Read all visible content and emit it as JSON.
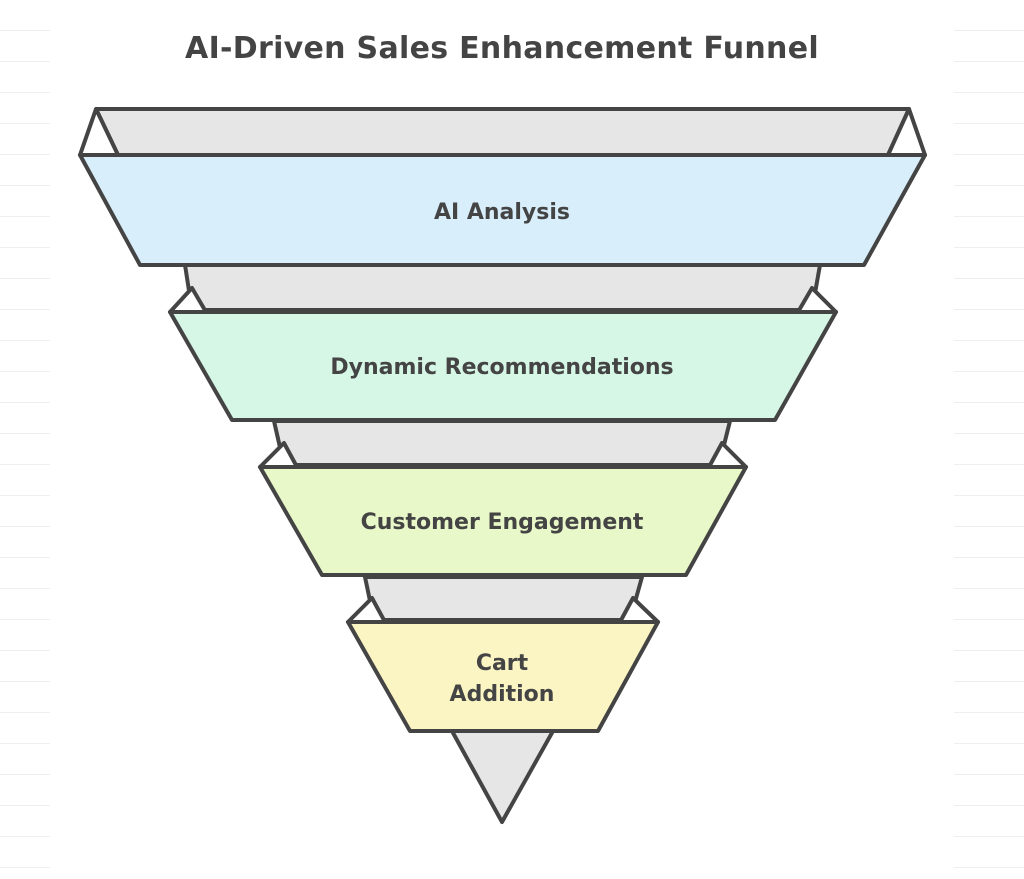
{
  "title": "AI-Driven Sales Enhancement Funnel",
  "stages": [
    {
      "label_lines": [
        "AI Analysis"
      ],
      "color": "#d9eefb"
    },
    {
      "label_lines": [
        "Dynamic Recommendations"
      ],
      "color": "#d6f6e6"
    },
    {
      "label_lines": [
        "Customer Engagement"
      ],
      "color": "#e8f8c8"
    },
    {
      "label_lines": [
        "Cart",
        "Addition"
      ],
      "color": "#fbf5c4"
    }
  ],
  "colors": {
    "outline": "#444444",
    "shadow": "#e6e6e6",
    "text": "#444444"
  }
}
